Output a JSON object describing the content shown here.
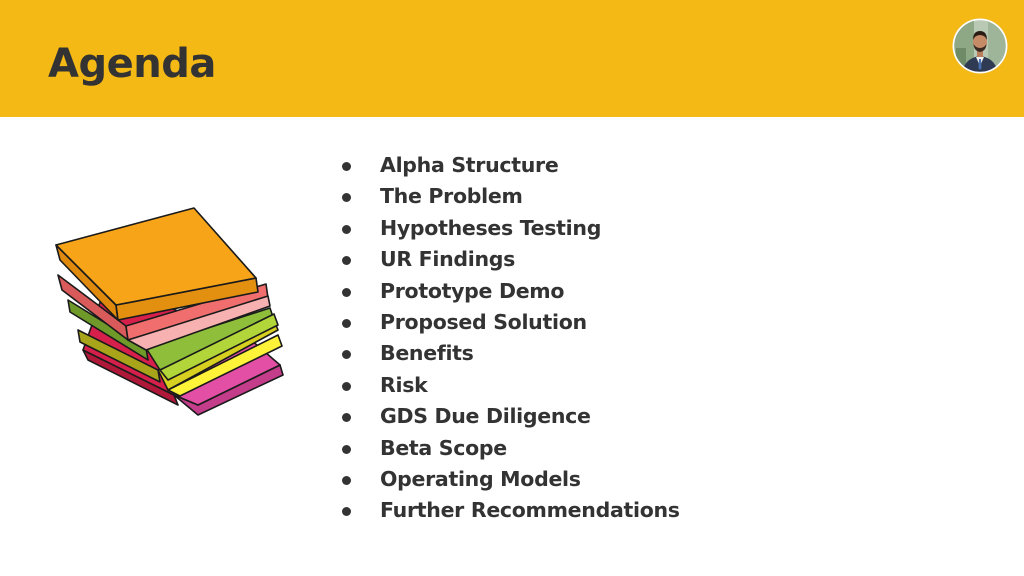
{
  "slide": {
    "title": "Agenda",
    "colors": {
      "header": "#f4b915",
      "text": "#333333",
      "background": "#ffffff"
    }
  },
  "avatar": {
    "icon": "presenter-avatar-photo"
  },
  "illustration": {
    "icon": "sticky-notes-stack-icon",
    "note_colors": [
      "#d6204b",
      "#e24fa4",
      "#d8d020",
      "#fff33a",
      "#8fbf3a",
      "#b2d63a",
      "#f06e6e",
      "#f8b1b1",
      "#f8a418"
    ]
  },
  "agenda": {
    "items": [
      {
        "label": "Alpha Structure"
      },
      {
        "label": "The Problem"
      },
      {
        "label": "Hypotheses Testing"
      },
      {
        "label": "UR Findings"
      },
      {
        "label": "Prototype Demo"
      },
      {
        "label": "Proposed Solution"
      },
      {
        "label": "Benefits"
      },
      {
        "label": "Risk"
      },
      {
        "label": "GDS Due Diligence"
      },
      {
        "label": "Beta Scope"
      },
      {
        "label": "Operating Models"
      },
      {
        "label": "Further Recommendations"
      }
    ]
  }
}
